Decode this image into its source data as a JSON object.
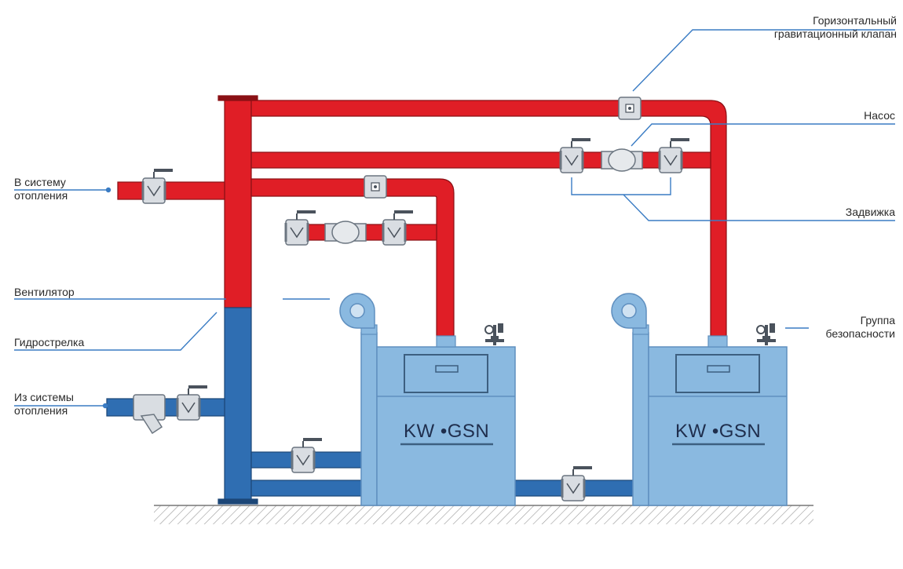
{
  "labels": {
    "to_heating_line1": "В систему",
    "to_heating_line2": "отопления",
    "fan": "Вентилятор",
    "hydro_arrow": "Гидрострелка",
    "from_heating_line1": "Из системы",
    "from_heating_line2": "отопления",
    "gravity_valve_line1": "Горизонтальный",
    "gravity_valve_line2": "гравитационный клапан",
    "pump": "Насос",
    "gate_valve": "Задвижка",
    "safety_group_line1": "Группа",
    "safety_group_line2": "безопасности"
  },
  "boilers": [
    {
      "brand": "KW •GSN"
    },
    {
      "brand": "KW •GSN"
    }
  ],
  "colors": {
    "hot_pipe": "#e01e26",
    "cold_pipe": "#2f6eb2",
    "boiler_body": "#8ab9e0",
    "boiler_edge": "#5f8fbf",
    "leader_line": "#3a7cc4",
    "valve_body": "#d9dde2",
    "floor_hatch": "#9a9a9a"
  }
}
